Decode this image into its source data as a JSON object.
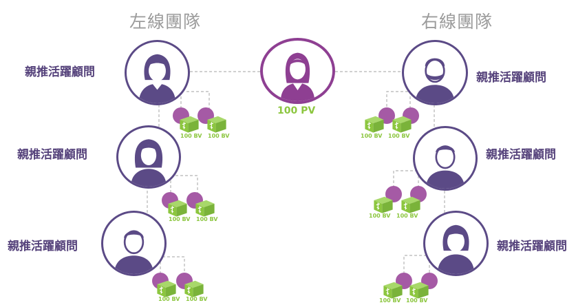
{
  "left_team": {
    "title": "左線團隊"
  },
  "right_team": {
    "title": "右線團隊"
  },
  "center": {
    "pv_label": "100 PV"
  },
  "role_label": "親推活躍顧問",
  "bv_label": "100 BV",
  "colors": {
    "purple_dark": "#5b4a86",
    "purple_center": "#8e3f92",
    "purple_dot": "#a55aa5",
    "green": "#8cc63f",
    "title_gray": "#9b9b9b",
    "label_purple": "#55427b"
  },
  "icons": [
    "female-avatar-icon",
    "male-avatar-icon",
    "bearded-male-avatar-icon",
    "product-box-icon"
  ]
}
